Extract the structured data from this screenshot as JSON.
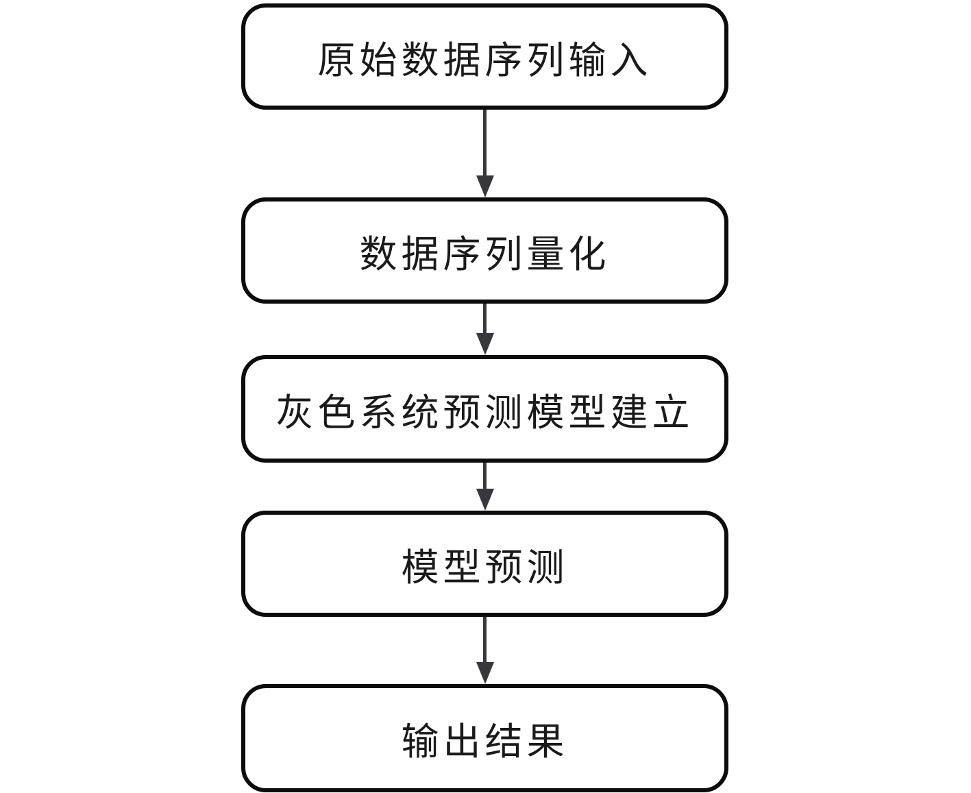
{
  "diagram": {
    "type": "flowchart",
    "direction": "top-down",
    "nodes": [
      {
        "id": "input",
        "label": "原始数据序列输入"
      },
      {
        "id": "quantize",
        "label": "数据序列量化"
      },
      {
        "id": "model",
        "label": "灰色系统预测模型建立"
      },
      {
        "id": "predict",
        "label": "模型预测"
      },
      {
        "id": "output",
        "label": "输出结果"
      }
    ],
    "edges": [
      {
        "from": "input",
        "to": "quantize"
      },
      {
        "from": "quantize",
        "to": "model"
      },
      {
        "from": "model",
        "to": "predict"
      },
      {
        "from": "predict",
        "to": "output"
      }
    ],
    "colors": {
      "background": "#ffffff",
      "node_border": "#0c0c0c",
      "node_fill": "#ffffff",
      "arrow": "#37373c",
      "text": "#1a1a1a"
    }
  }
}
